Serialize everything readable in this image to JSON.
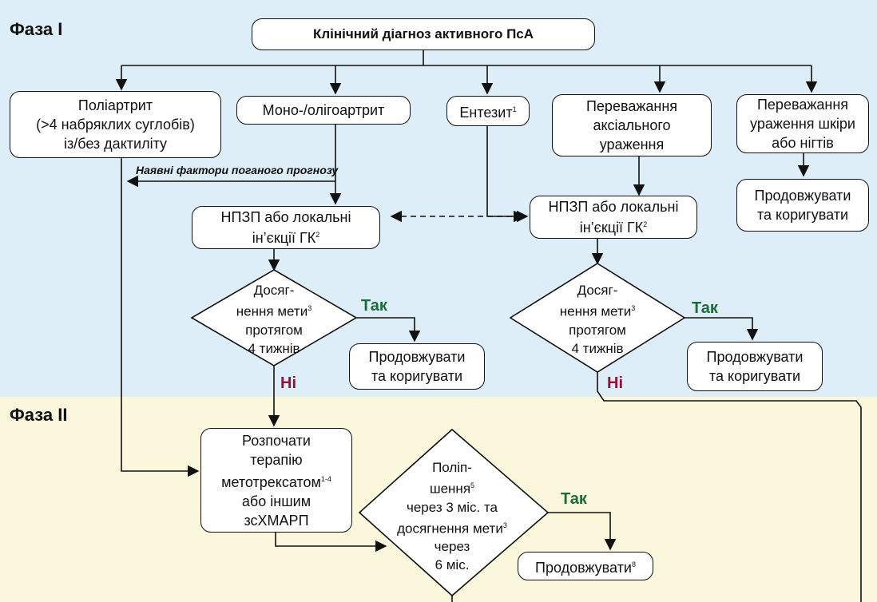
{
  "phases": {
    "phase1": "Фаза I",
    "phase2": "Фаза II"
  },
  "nodes": {
    "diagnosis": "Клінічний діагноз активного ПсА",
    "polyarthritis": [
      "Поліартрит",
      "(>4 набряклих суглобів)",
      "із/без дактиліту"
    ],
    "mono_oligo": "Моно-/олігоартрит",
    "enthesitis": "Ентезит",
    "enthesitis_sup": "1",
    "axial": [
      "Переважання",
      "аксіального",
      "ураження"
    ],
    "skin_nails": [
      "Переважання",
      "ураження шкіри",
      "або нігтів"
    ],
    "continue_adjust_skin": [
      "Продовжувати",
      "та коригувати"
    ],
    "nsaid_left_1": "НПЗП або локальні",
    "nsaid_left_2": "ін’єкції ГК",
    "nsaid_left_sup": "2",
    "nsaid_right_1": "НПЗП або локальні",
    "nsaid_right_2": "ін’єкції ГК",
    "nsaid_right_sup": "2",
    "poor_prognosis": "Наявні фактори поганого прогнозу",
    "decision_left": [
      "Досяг-",
      "нення мети",
      "протягом",
      "4 тижнів"
    ],
    "decision_left_sup": "3",
    "decision_right": [
      "Досяг-",
      "нення мети",
      "протягом",
      "4 тижнів"
    ],
    "decision_right_sup": "3",
    "yes": "Так",
    "no": "Ні",
    "continue_adjust_left": [
      "Продовжувати",
      "та коригувати"
    ],
    "continue_adjust_right": [
      "Продовжувати",
      "та коригувати"
    ],
    "start_mtx": [
      "Розпочати",
      "терапію",
      "метотрексатом",
      "або іншим",
      "зсХМАРП"
    ],
    "start_mtx_sup": "1-4",
    "decision_phase2": [
      "Поліп-",
      "шення",
      "через 3 міс. та",
      "досягнення мети",
      "через",
      "6 міс."
    ],
    "decision_phase2_sup1": "5",
    "decision_phase2_sup2": "3",
    "continue_final": "Продовжувати",
    "continue_final_sup": "8"
  },
  "colors": {
    "phase1_bg": "#ddeef9",
    "phase2_bg": "#fbf7dc",
    "yes": "#1c6b3a",
    "no": "#8e1538"
  }
}
